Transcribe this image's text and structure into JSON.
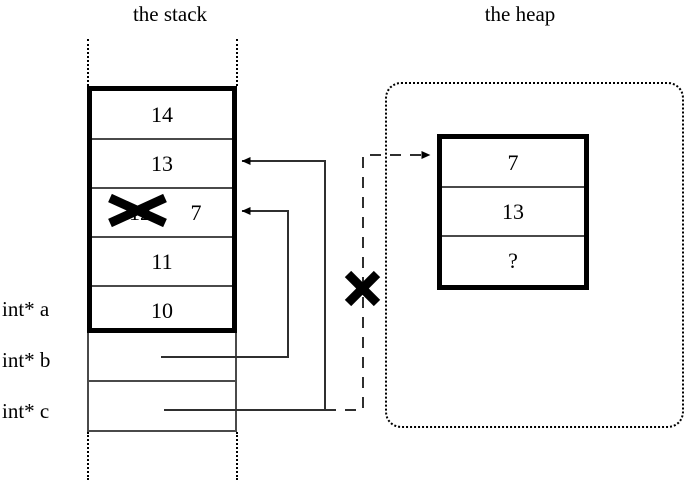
{
  "titles": {
    "stack": "the stack",
    "heap": "the heap"
  },
  "stack": {
    "cells": [
      {
        "value": "14"
      },
      {
        "value": "13"
      },
      {
        "value": "12",
        "replacement": "7",
        "struck": true
      },
      {
        "value": "11"
      },
      {
        "value": "10"
      }
    ],
    "variables": [
      {
        "label": "int* a"
      },
      {
        "label": "int* b"
      },
      {
        "label": "int* c"
      }
    ]
  },
  "heap": {
    "cells": [
      {
        "value": "7"
      },
      {
        "value": "13"
      },
      {
        "value": "?"
      }
    ]
  },
  "marks": {
    "strike_value_label": "x-strike-over-12",
    "broken_pointer_label": "x-broken-pointer"
  },
  "colors": {
    "ink": "#000000",
    "thin_rule": "#4a4a4a",
    "background": "#ffffff"
  }
}
